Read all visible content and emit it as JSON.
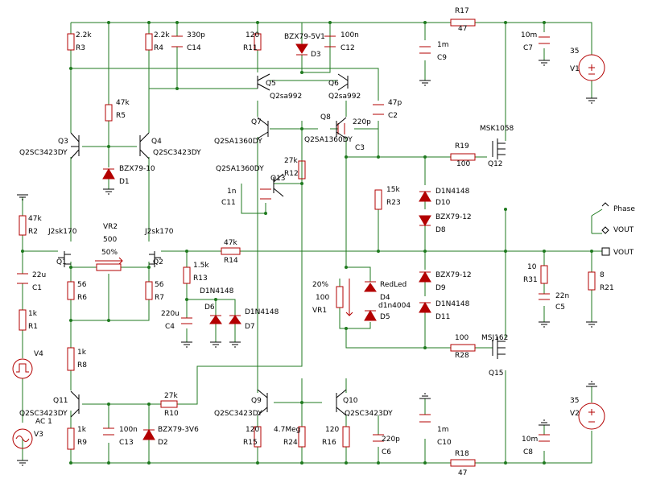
{
  "labels": {
    "r3": "R3",
    "r3v": "2.2k",
    "r4": "R4",
    "r4v": "2.2k",
    "c14": "C14",
    "c14v": "330p",
    "r11": "R11",
    "r11v": "120",
    "d3": "D3",
    "d3v": "BZX79-5V1",
    "c12": "C12",
    "c12v": "100n",
    "c9": "C9",
    "c9v": "1m",
    "r17": "R17",
    "r17v": "47",
    "c7": "C7",
    "c7v": "10m",
    "v1": "V1",
    "v1v": "35",
    "r5": "R5",
    "r5v": "47k",
    "q5": "Q5",
    "q5t": "Q2sa992",
    "q6": "Q6",
    "q6t": "Q2sa992",
    "c2": "C2",
    "c2v": "47p",
    "q3": "Q3",
    "q3t": "Q2SC3423DY",
    "q4": "Q4",
    "q4t": "Q2SC3423DY",
    "q7": "Q7",
    "q7t": "Q2SA1360DY",
    "q8": "Q8",
    "q8t": "Q2SA1360DY",
    "c3": "C3",
    "c3v": "220p",
    "msk": "MSK1058",
    "r19": "R19",
    "r19v": "100",
    "q12": "Q12",
    "d1": "D1",
    "d1v": "BZX79-10",
    "r12": "R12",
    "r12v": "27k",
    "q13": "Q13",
    "q13t": "Q2SA1360DY",
    "c11": "C11",
    "c11v": "1n",
    "r23": "R23",
    "r23v": "15k",
    "d10": "D10",
    "d10v": "D1N4148",
    "d8": "D8",
    "d8v": "BZX79-12",
    "phase": "Phase",
    "vout1": "VOUT",
    "vout2": "VOUT",
    "r2": "R2",
    "r2v": "47k",
    "j1": "J2sk170",
    "q1": "Q1",
    "vr2": "VR2",
    "vr2v": "500",
    "vr2p": "50%",
    "j2": "J2sk170",
    "q2": "Q2",
    "r14": "R14",
    "r14v": "47k",
    "c1": "C1",
    "c1v": "22u",
    "r13": "R13",
    "r13v": "1.5k",
    "r31": "R31",
    "r31v": "10",
    "r21": "R21",
    "r21v": "8",
    "c5": "C5",
    "c5v": "22n",
    "r6": "R6",
    "r6v": "56",
    "r7": "R7",
    "r7v": "56",
    "d6": "D6",
    "d6v": "D1N4148",
    "d7": "D7",
    "d7v": "D1N4148",
    "d9": "D9",
    "d9v": "BZX79-12",
    "vr1p": "20%",
    "vr1v": "100",
    "vr1": "VR1",
    "d4": "D4",
    "d4v": "RedLed",
    "d5": "D5",
    "d5v": "d1n4004",
    "d11": "D11",
    "d11v": "D1N4148",
    "r1": "R1",
    "r1v": "1k",
    "c4": "C4",
    "c4v": "220u",
    "r10": "R10",
    "r10v": "27k",
    "r8": "R8",
    "r8v": "1k",
    "v4": "V4",
    "r28": "R28",
    "r28v": "100",
    "msj": "MSJ162",
    "q15": "Q15",
    "q11": "Q11",
    "q11t": "Q2SC3423DY",
    "ac1": "AC 1",
    "v3": "V3",
    "q9": "Q9",
    "q9t": "Q2SC3423DY",
    "q10": "Q10",
    "q10t": "Q2SC3423DY",
    "r9": "R9",
    "r9v": "1k",
    "c13": "C13",
    "c13v": "100n",
    "d2": "D2",
    "d2v": "BZX79-3V6",
    "r15": "R15",
    "r15v": "120",
    "r24": "R24",
    "r24v": "4.7Meg",
    "r16": "R16",
    "r16v": "120",
    "c6": "C6",
    "c6v": "220p",
    "c10": "C10",
    "c10v": "1m",
    "c8": "C8",
    "c8v": "10m",
    "v2": "V2",
    "v2v": "35",
    "r18": "R18",
    "r18v": "47"
  },
  "colors": {
    "wire": "#1f7a1f",
    "component": "#b30000",
    "text": "#000000"
  }
}
